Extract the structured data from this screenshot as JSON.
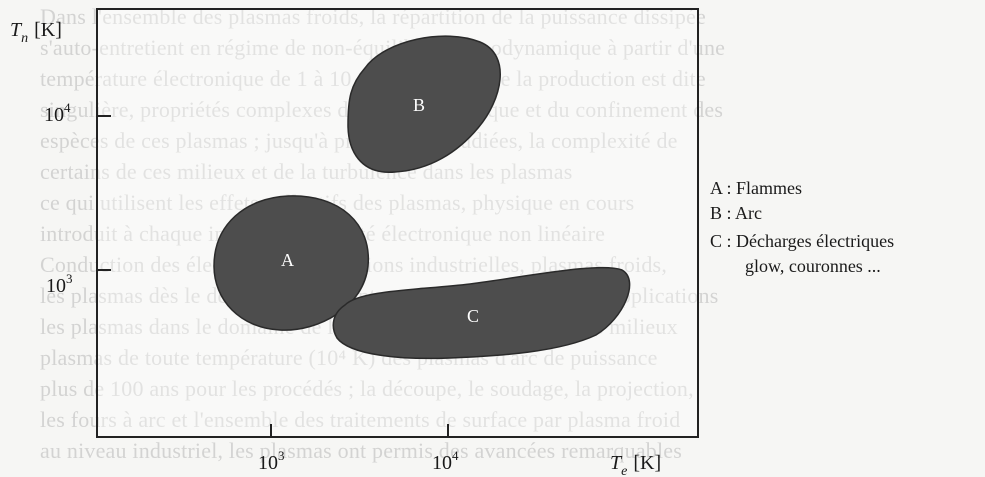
{
  "background_text": [
    "Dans l'ensemble des plasmas froids, la répartition de la puissance dissipée",
    "s'auto-entretient en régime de non-équilibre thermodynamique à partir d'une",
    "température électronique de 1 à 10 eV ; la chimie de la production est dite",
    "singulière, propriétés complexes du champ électrique et du confinement des",
    "espèces de ces plasmas ; jusqu'à présent non étudiées, la complexité de",
    "certains de ces milieux et de la turbulence dans les plasmas",
    "ce qui utilisent les effets collectifs des plasmas, physique en cours",
    "introduit à chaque instant une densité électronique non linéaire",
    "Conduction des électrons et applications industrielles, plasmas froids,",
    "les plasmas dès le début du siècle ont conduit à de nombreuses applications",
    "les plasmas dans le domaine de la physique et de la chimie des milieux",
    "plasmas de toute température (10⁴ K) des plasmas d'arc de puissance",
    "plus de 100 ans pour les procédés ; la découpe, le soudage, la projection,",
    "les fours à arc et l'ensemble des traitements de surface par plasma froid",
    "au niveau industriel, les plasmas ont permis des avancées remarquables"
  ],
  "axes": {
    "y_label_symbol": "T",
    "y_label_sub": "n",
    "y_label_unit": "[K]",
    "x_label_symbol": "T",
    "x_label_sub": "e",
    "x_label_unit": "[K]",
    "y_ticks": [
      {
        "base": "10",
        "exp": "4"
      },
      {
        "base": "10",
        "exp": "3"
      }
    ],
    "x_ticks": [
      {
        "base": "10",
        "exp": "3"
      },
      {
        "base": "10",
        "exp": "4"
      }
    ]
  },
  "regions": {
    "A": "A",
    "B": "B",
    "C": "C"
  },
  "legend": {
    "line1": "A : Flammes",
    "line2": "B : Arc",
    "line3": "C : Décharges électriques",
    "line4": "glow, couronnes ..."
  },
  "colors": {
    "region_fill": "#4d4d4d",
    "frame": "#222222"
  }
}
